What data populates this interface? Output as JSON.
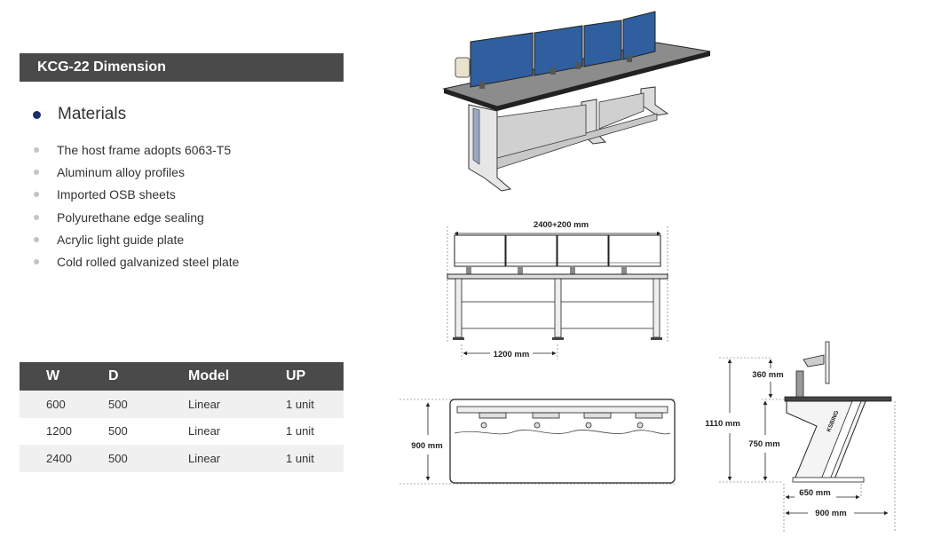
{
  "title": "KCG-22 Dimension",
  "materials": {
    "heading": "Materials",
    "items": [
      "The host frame adopts 6063-T5",
      "Aluminum alloy profiles",
      "Imported OSB sheets",
      "Polyurethane edge sealing",
      "Acrylic light guide plate",
      "Cold rolled galvanized steel plate"
    ]
  },
  "table": {
    "headers": [
      "W",
      "D",
      "Model",
      "UP"
    ],
    "rows": [
      [
        "600",
        "500",
        "Linear",
        "1 unit"
      ],
      [
        "1200",
        "500",
        "Linear",
        "1 unit"
      ],
      [
        "2400",
        "500",
        "Linear",
        "1 unit"
      ]
    ]
  },
  "dimensions": {
    "total_width": "2400+200 mm",
    "section_width": "1200 mm",
    "depth": "900 mm",
    "monitor_height": "360 mm",
    "total_height": "1110 mm",
    "desk_height": "750 mm",
    "base_depth": "650 mm",
    "side_depth": "900 mm"
  },
  "brand_mark": "KSBING",
  "colors": {
    "header_bg": "#4a4a4a",
    "bullet": "#1f2d6b",
    "monitor": "#2f5f9e",
    "row_alt": "#f0f0f0"
  }
}
